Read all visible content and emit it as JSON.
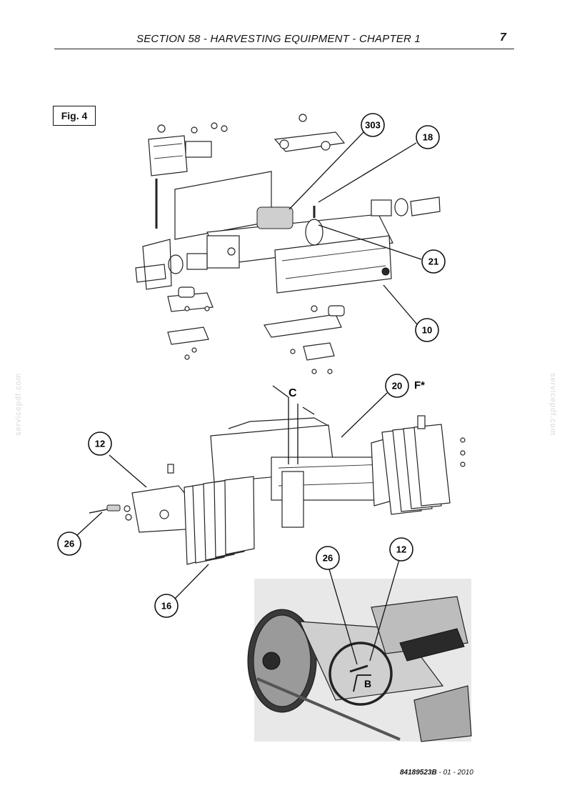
{
  "header": {
    "title": "SECTION 58 - HARVESTING EQUIPMENT - CHAPTER 1",
    "page_number": "7"
  },
  "figure": {
    "label": "Fig. 4",
    "callouts": {
      "c303": "303",
      "c18": "18",
      "c21": "21",
      "c10": "10",
      "c20": "20",
      "c12a": "12",
      "c26a": "26",
      "c16": "16",
      "c26b": "26",
      "c12b": "12"
    },
    "letters": {
      "c": "C",
      "f": "F*",
      "b": "B"
    }
  },
  "watermark": "servicepdf.com",
  "footer": {
    "code": "84189523B",
    "suffix": " - 01 - 2010"
  }
}
